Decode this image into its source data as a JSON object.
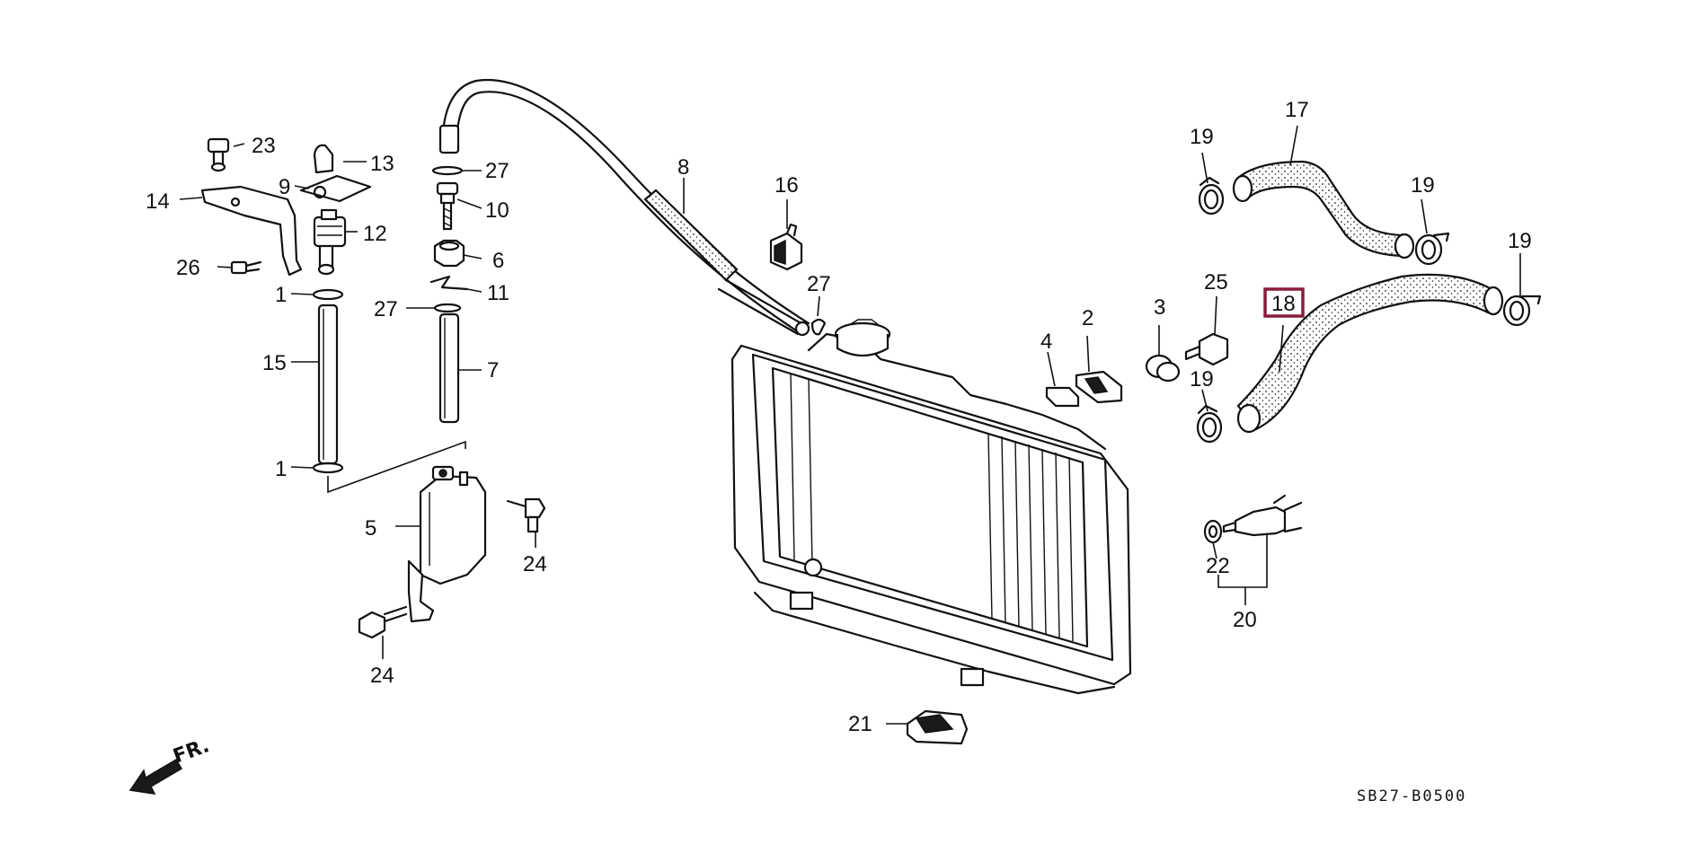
{
  "diagram": {
    "drawing_code": "SB27-B0500",
    "front_marker": "FR.",
    "highlight_color": "#8b1a3a",
    "line_color": "#111111",
    "highlighted_part": "18",
    "callouts": {
      "c1a": "1",
      "c1b": "1",
      "c2": "2",
      "c3": "3",
      "c4": "4",
      "c5": "5",
      "c6": "6",
      "c7": "7",
      "c8": "8",
      "c9": "9",
      "c10": "10",
      "c11": "11",
      "c12": "12",
      "c13": "13",
      "c14": "14",
      "c15": "15",
      "c16": "16",
      "c17": "17",
      "c18": "18",
      "c19a": "19",
      "c19b": "19",
      "c19c": "19",
      "c19d": "19",
      "c20": "20",
      "c21": "21",
      "c22": "22",
      "c23": "23",
      "c24a": "24",
      "c24b": "24",
      "c25": "25",
      "c26": "26",
      "c27a": "27",
      "c27b": "27",
      "c27c": "27"
    }
  }
}
